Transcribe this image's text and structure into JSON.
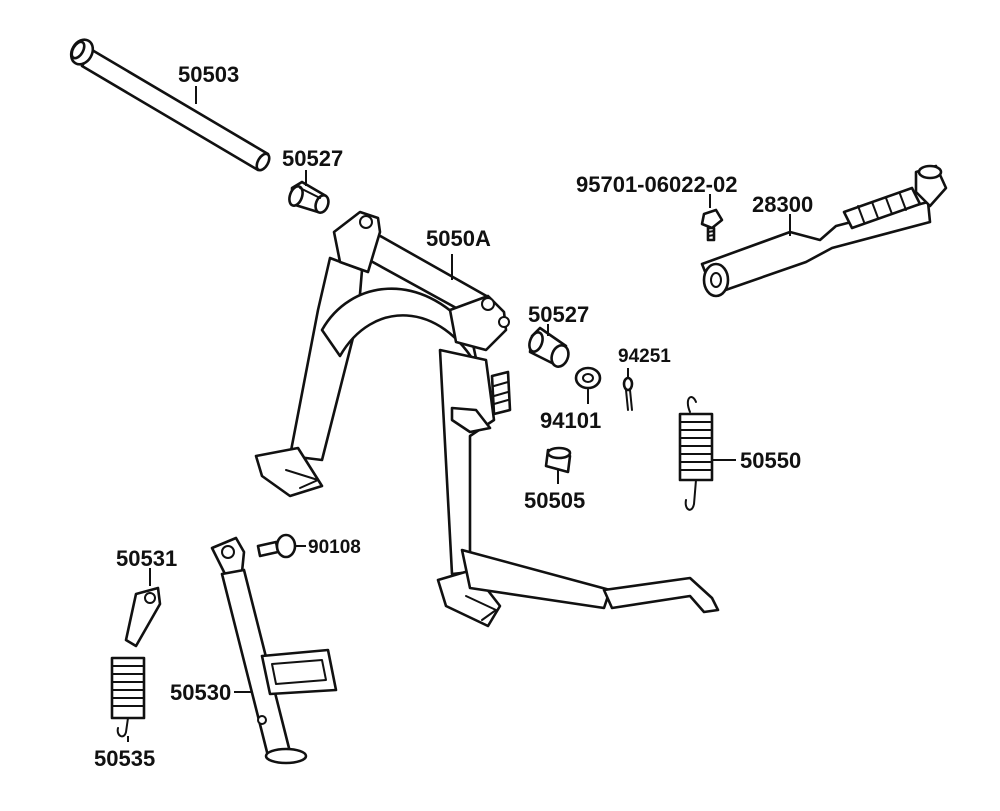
{
  "parts": [
    {
      "id": "shaft",
      "label": "50503"
    },
    {
      "id": "bush-top",
      "label": "50527"
    },
    {
      "id": "main-stand",
      "label": "5050A"
    },
    {
      "id": "bush-right",
      "label": "50527"
    },
    {
      "id": "bolt-kick",
      "label": "95701-06022-02"
    },
    {
      "id": "kick-lever",
      "label": "28300"
    },
    {
      "id": "cotter-pin",
      "label": "94251"
    },
    {
      "id": "washer",
      "label": "94101"
    },
    {
      "id": "collar",
      "label": "50505"
    },
    {
      "id": "spring-main",
      "label": "50550"
    },
    {
      "id": "bolt-side",
      "label": "90108"
    },
    {
      "id": "plate-side",
      "label": "50531"
    },
    {
      "id": "side-stand",
      "label": "50530"
    },
    {
      "id": "spring-side",
      "label": "50535"
    }
  ]
}
